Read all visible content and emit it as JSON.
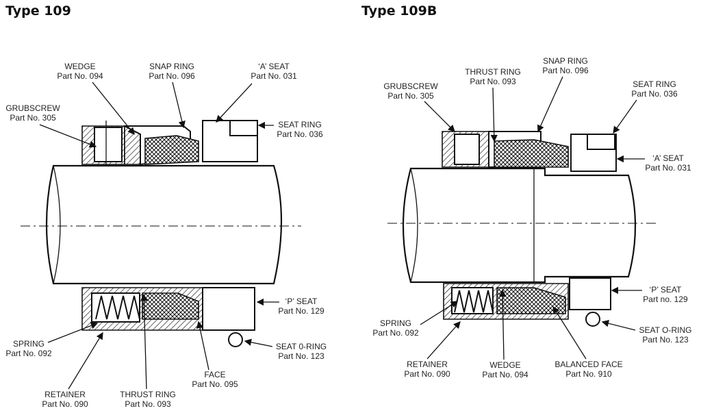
{
  "diagram_left": {
    "title": "Type 109",
    "labels": {
      "wedge": {
        "name": "WEDGE",
        "part": "Part No. 094"
      },
      "snap_ring": {
        "name": "SNAP RING",
        "part": "Part No. 096"
      },
      "a_seat": {
        "name": "‘A’ SEAT",
        "part": "Part No. 031"
      },
      "grubscrew": {
        "name": "GRUBSCREW",
        "part": "Part No. 305"
      },
      "seat_ring": {
        "name": "SEAT RING",
        "part": "Part No. 036"
      },
      "p_seat": {
        "name": "‘P’ SEAT",
        "part": "Part No. 129"
      },
      "spring": {
        "name": "SPRING",
        "part": "Part No. 092"
      },
      "seat_oring": {
        "name": "SEAT 0-RING",
        "part": "Part No. 123"
      },
      "face": {
        "name": "FACE",
        "part": "Part No. 095"
      },
      "retainer": {
        "name": "RETAINER",
        "part": "Part No. 090"
      },
      "thrust_ring": {
        "name": "THRUST RING",
        "part": "Part No. 093"
      }
    }
  },
  "diagram_right": {
    "title": "Type 109B",
    "labels": {
      "snap_ring": {
        "name": "SNAP RING",
        "part": "Part No. 096"
      },
      "thrust_ring": {
        "name": "THRUST RING",
        "part": "Part No. 093"
      },
      "grubscrew": {
        "name": "GRUBSCREW",
        "part": "Part No. 305"
      },
      "seat_ring": {
        "name": "SEAT RING",
        "part": "Part No. 036"
      },
      "a_seat": {
        "name": "‘A’ SEAT",
        "part": "Part No. 031"
      },
      "p_seat": {
        "name": "‘P’ SEAT",
        "part": "Part no. 129"
      },
      "spring": {
        "name": "SPRING",
        "part": "Part No. 092"
      },
      "seat_oring": {
        "name": "SEAT O-RING",
        "part": "Part No. 123"
      },
      "retainer": {
        "name": "RETAINER",
        "part": "Part No. 090"
      },
      "wedge": {
        "name": "WEDGE",
        "part": "Part No. 094"
      },
      "balanced_face": {
        "name": "BALANCED FACE",
        "part": "Part No. 910"
      }
    }
  }
}
